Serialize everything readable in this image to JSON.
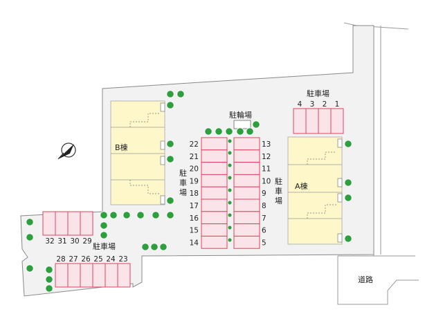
{
  "map": {
    "building_a": {
      "label": "A棟"
    },
    "building_b": {
      "label": "B棟"
    },
    "parking_label": "駐車場",
    "bicycle_label": "駐輪場",
    "road_label": "道路",
    "parking_top_right": [
      "4",
      "3",
      "2",
      "1"
    ],
    "parking_center_left": [
      "22",
      "21",
      "20",
      "19",
      "18",
      "17",
      "16",
      "15",
      "14"
    ],
    "parking_center_right": [
      "13",
      "12",
      "11",
      "10",
      "9",
      "8",
      "7",
      "6",
      "5"
    ],
    "parking_left_upper": [
      "32",
      "31",
      "30",
      "29"
    ],
    "parking_left_lower": [
      "28",
      "27",
      "26",
      "25",
      "24",
      "23"
    ],
    "compass": "north-arrow-icon",
    "colors": {
      "lot": "#f2f2f2",
      "building": "#fdf7c9",
      "parking_fill": "#fbe3ea",
      "parking_stroke": "#e0405e",
      "tree": "#2e9e3f"
    }
  }
}
